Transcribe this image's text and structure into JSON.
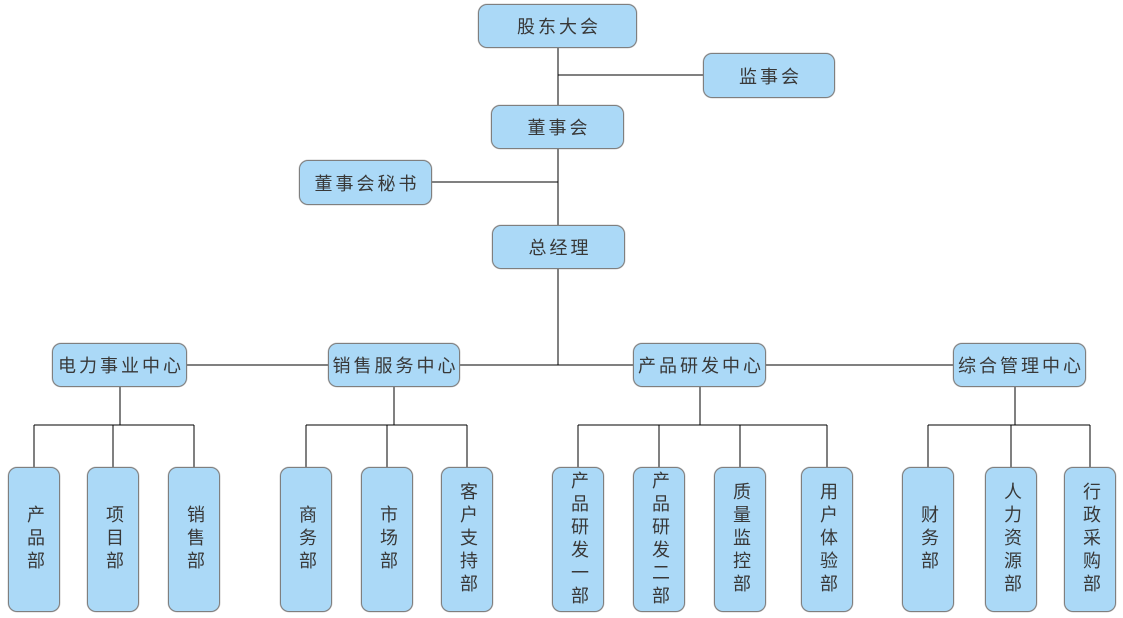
{
  "org": {
    "shareholders_meeting": "股东大会",
    "supervisory_board": "监事会",
    "board_of_directors": "董事会",
    "board_secretary": "董事会秘书",
    "general_manager": "总经理",
    "centers": [
      {
        "label": "电力事业中心",
        "departments": [
          "产品部",
          "项目部",
          "销售部"
        ]
      },
      {
        "label": "销售服务中心",
        "departments": [
          "商务部",
          "市场部",
          "客户支持部"
        ]
      },
      {
        "label": "产品研发中心",
        "departments": [
          "产品研发一部",
          "产品研发二部",
          "质量监控部",
          "用户体验部"
        ]
      },
      {
        "label": "综合管理中心",
        "departments": [
          "财务部",
          "人力资源部",
          "行政采购部"
        ]
      }
    ]
  },
  "colors": {
    "node_fill": "#ABD9F7",
    "node_border": "#7F7F7F",
    "connector": "#000000",
    "text": "#383838",
    "background": "#FFFFFF"
  }
}
